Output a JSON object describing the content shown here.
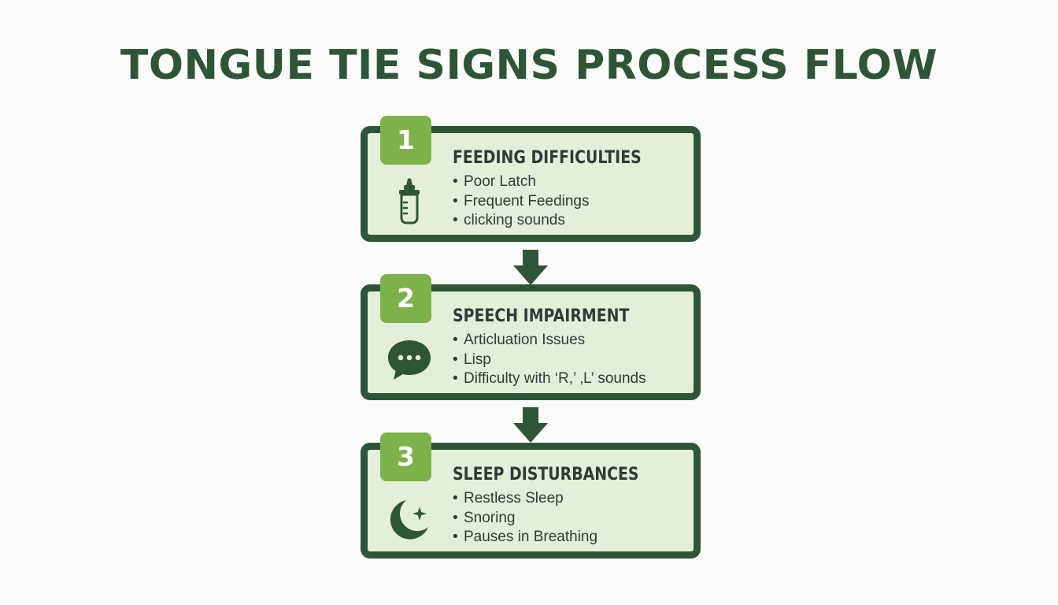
{
  "title": "TONGUE TIE SIGNS PROCESS FLOW",
  "colors": {
    "primary_dark_green": "#2f5538",
    "badge_green": "#7db24b",
    "box_fill": "#e3eedb",
    "background": "#fbfbf9"
  },
  "steps": [
    {
      "number": "1",
      "title": "FEEDING DIFFICULTIES",
      "icon": "baby-bottle-icon",
      "items": [
        "Poor Latch",
        "Frequent Feedings",
        "clicking sounds"
      ]
    },
    {
      "number": "2",
      "title": "SPEECH IMPAIRMENT",
      "icon": "speech-bubble-icon",
      "items": [
        "Articluation Issues",
        "Lisp",
        "Difficulty with ‘R,’ ‚L’ sounds"
      ]
    },
    {
      "number": "3",
      "title": "SLEEP DISTURBANCES",
      "icon": "moon-star-icon",
      "items": [
        "Restless Sleep",
        "Snoring",
        "Pauses in Breathing"
      ]
    }
  ],
  "bullet_glyph": "•"
}
